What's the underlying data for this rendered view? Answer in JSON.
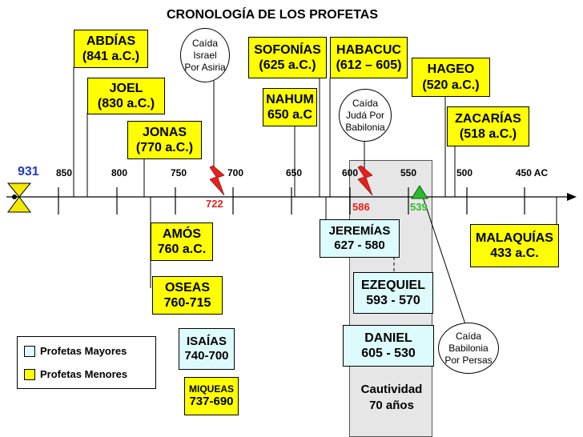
{
  "title": "CRONOLOGÍA DE LOS PROFETAS",
  "colors": {
    "mayores": "#ddfbfc",
    "menores": "#ffff00",
    "captivity": "#e6e6e6",
    "red": "#e8201c",
    "green": "#2eb82e",
    "blue": "#1f3cc8"
  },
  "start_year": "931",
  "axis_ticks": [
    "850",
    "800",
    "750",
    "700",
    "650",
    "600",
    "550",
    "500",
    "450 AC"
  ],
  "markers": {
    "fall_israel_year": "722",
    "fall_juda_year": "586",
    "return_year": "539"
  },
  "prophets": {
    "abdias": {
      "name": "ABDÍAS",
      "date": "(841 a.C.)"
    },
    "joel": {
      "name": "JOEL",
      "date": "(830 a.C.)"
    },
    "jonas": {
      "name": "JONAS",
      "date": "(770 a.C.)"
    },
    "sofonias": {
      "name": "SOFONÍAS",
      "date": "(625 a.C.)"
    },
    "habacuc": {
      "name": "HABACUC",
      "date": "(612 – 605)"
    },
    "nahum": {
      "name": "NAHUM",
      "date": "650 a.C"
    },
    "hageo": {
      "name": "HAGEO",
      "date": "(520 a.C.)"
    },
    "zacarias": {
      "name": "ZACARÍAS",
      "date": "(518 a.C.)"
    },
    "amos": {
      "name": "AMÓS",
      "date": "760 a.C."
    },
    "oseas": {
      "name": "OSEAS",
      "date": "760-715"
    },
    "isaias": {
      "name": "ISAÍAS",
      "date": "740-700"
    },
    "miqueas": {
      "name": "MIQUEAS",
      "date": "737-690"
    },
    "jeremias": {
      "name": "JEREMÍAS",
      "date": "627 - 580"
    },
    "ezequiel": {
      "name": "EZEQUIEL",
      "date": "593 - 570"
    },
    "daniel": {
      "name": "DANIEL",
      "date": "605 - 530"
    },
    "malaquias": {
      "name": "MALAQUÍAS",
      "date": "433 a.C."
    }
  },
  "events": {
    "fall_israel": "Caída\nIsrael\nPor Asiria",
    "fall_juda": "Caída\nJudá Por\nBabilonia",
    "fall_babilonia": "Caída\nBabilonia\nPor Persas"
  },
  "captivity": {
    "line1": "Cautividad",
    "line2": "70 años"
  },
  "legend": {
    "mayores": "Profetas Mayores",
    "menores": "Profetas Menores"
  }
}
